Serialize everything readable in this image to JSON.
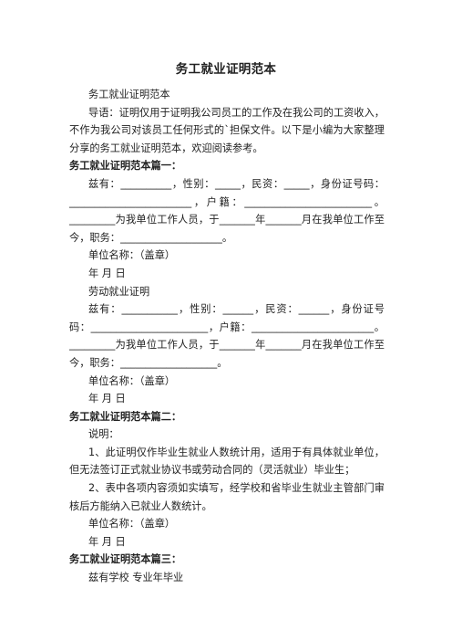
{
  "title": "务工就业证明范本",
  "paragraphs": [
    {
      "type": "ind",
      "text": "务工就业证明范本"
    },
    {
      "type": "ind",
      "text": "导语：证明仅用于证明我公司员工的工作及在我公司的工资收入，不作为我公司对该员工任何形式的`担保文件。以下是小编为大家整理分享的务工就业证明范本，欢迎阅读参考。"
    },
    {
      "type": "hd",
      "text": "务工就业证明范本篇一："
    },
    {
      "type": "ind",
      "text": "兹有：__________，性别：_____，民资：_____，身份证号码：________________________，户籍：_________________________。_________为我单位工作人员，于_______年_______月在我单位工作至今，职务：____________________。"
    },
    {
      "type": "ind",
      "text": "单位名称：（盖章）"
    },
    {
      "type": "ind",
      "text": "年 月 日"
    },
    {
      "type": "ind",
      "text": "劳动就业证明"
    },
    {
      "type": "ind",
      "text": "兹有：___________，性别：______，民资：______，身份证号码：_______________________，户籍：________________________。_________为我单位工作人员，于_______年_______月在我单位工作至今，职务：___________________。"
    },
    {
      "type": "ind",
      "text": "单位名称：（盖章）"
    },
    {
      "type": "ind",
      "text": "年 月 日"
    },
    {
      "type": "hd",
      "text": "务工就业证明范本篇二："
    },
    {
      "type": "ind",
      "text": "说明："
    },
    {
      "type": "ind",
      "text": "1、此证明仅作毕业生就业人数统计用，适用于有具体就业单位，但无法签订正式就业协议书或劳动合同的（灵活就业）毕业生；"
    },
    {
      "type": "ind",
      "text": "2、表中各项内容须如实填写，经学校和省毕业生就业主管部门审核后方能纳入已就业人数统计。"
    },
    {
      "type": "ind",
      "text": "单位名称：（盖章）"
    },
    {
      "type": "ind",
      "text": "年 月 日"
    },
    {
      "type": "hd",
      "text": "务工就业证明范本篇三："
    },
    {
      "type": "ind",
      "text": "兹有学校 专业年毕业"
    }
  ]
}
